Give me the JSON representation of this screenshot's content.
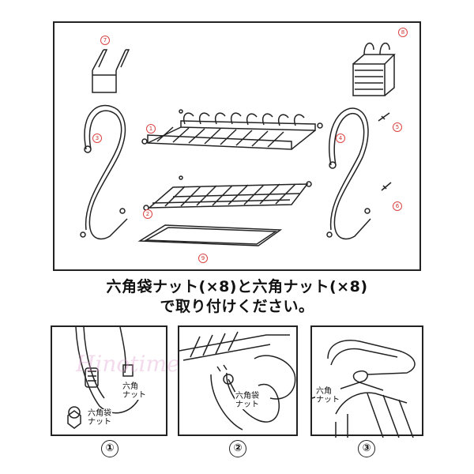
{
  "instructions": {
    "line1": "六角袋ナット(×8)と六角ナット(×8)",
    "line2": "で取り付けください。"
  },
  "parts": [
    "7",
    "8",
    "3",
    "4",
    "1",
    "5",
    "2",
    "6",
    "9"
  ],
  "steps": [
    {
      "number": "①",
      "labels": [
        "六角\nナット",
        "六角袋\nナット"
      ]
    },
    {
      "number": "②",
      "labels": [
        "六角袋\nナット"
      ]
    },
    {
      "number": "③",
      "labels": [
        "六角\nナット"
      ]
    }
  ],
  "callouts": {
    "step1_hex_nut": "六角\nナット",
    "step1_cap_nut": "六角袋\nナット",
    "step2_cap_nut": "六角袋\nナット",
    "step3_hex_nut": "六角\nナット"
  },
  "watermark": "Hinotime",
  "colors": {
    "line": "#222222",
    "part_marker": "#cc3333"
  },
  "icons": [
    "s-frame-left",
    "s-frame-right",
    "dish-rack",
    "cup-rack",
    "drip-tray",
    "utensil-holder",
    "hook-bracket",
    "cap-nut",
    "hex-nut"
  ]
}
